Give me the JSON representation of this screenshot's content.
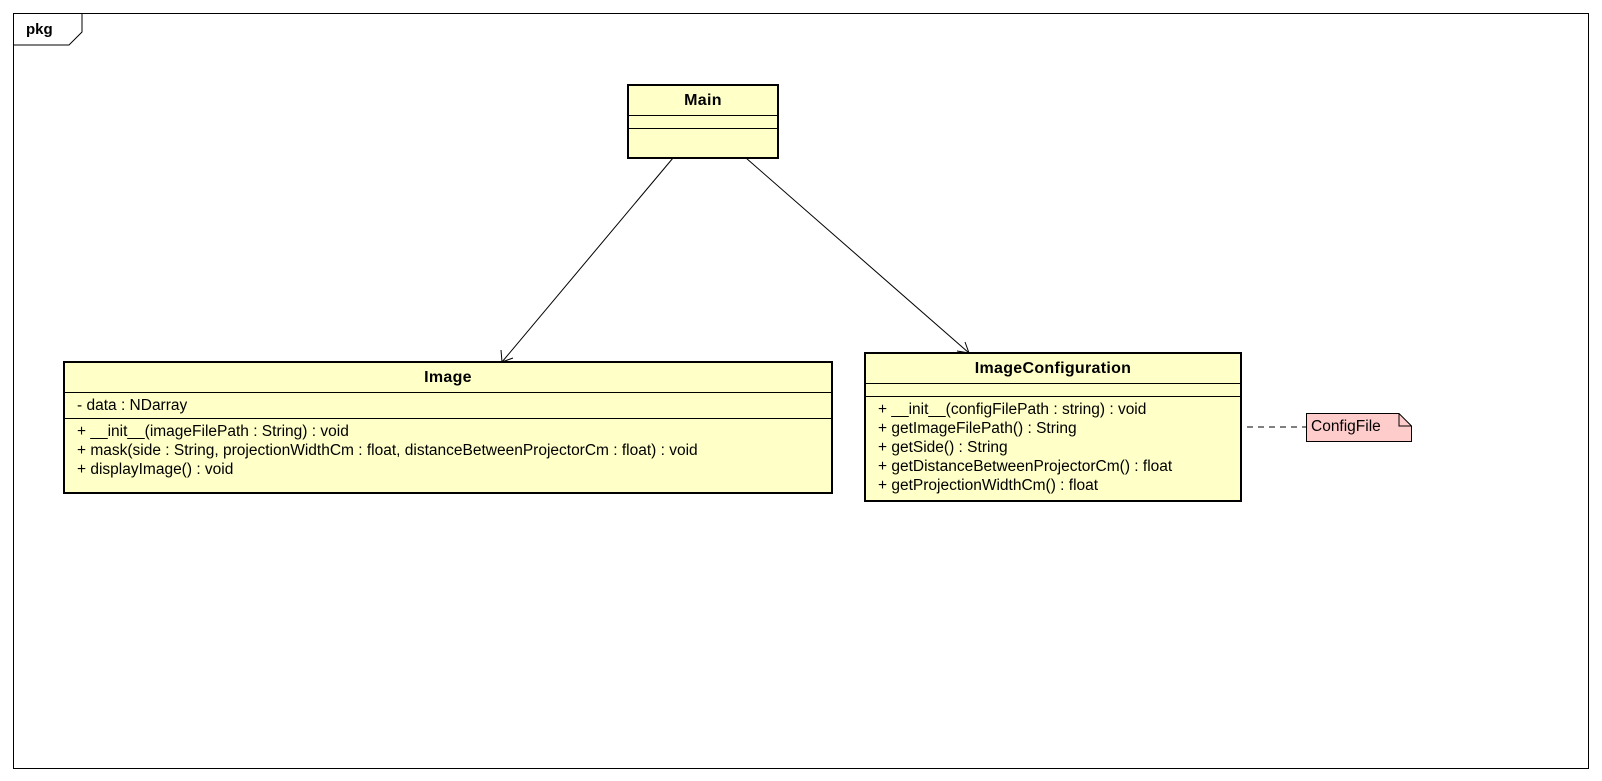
{
  "package": {
    "label": "pkg"
  },
  "classes": {
    "main": {
      "name": "Main",
      "attributes": [],
      "operations": []
    },
    "image": {
      "name": "Image",
      "attributes": [
        "- data : NDarray"
      ],
      "operations": [
        "+ __init__(imageFilePath : String) : void",
        "+ mask(side : String, projectionWidthCm : float, distanceBetweenProjectorCm : float) : void",
        "+ displayImage() : void"
      ]
    },
    "image_configuration": {
      "name": "ImageConfiguration",
      "attributes": [],
      "operations": [
        "+ __init__(configFilePath : string) : void",
        "+ getImageFilePath() : String",
        "+ getSide() : String",
        "+ getDistanceBetweenProjectorCm() : float",
        "+ getProjectionWidthCm() : float"
      ]
    }
  },
  "note": {
    "text": "ConfigFile"
  },
  "colors": {
    "class_fill": "#ffffc8",
    "note_fill": "#ffcccc",
    "line": "#000000"
  }
}
